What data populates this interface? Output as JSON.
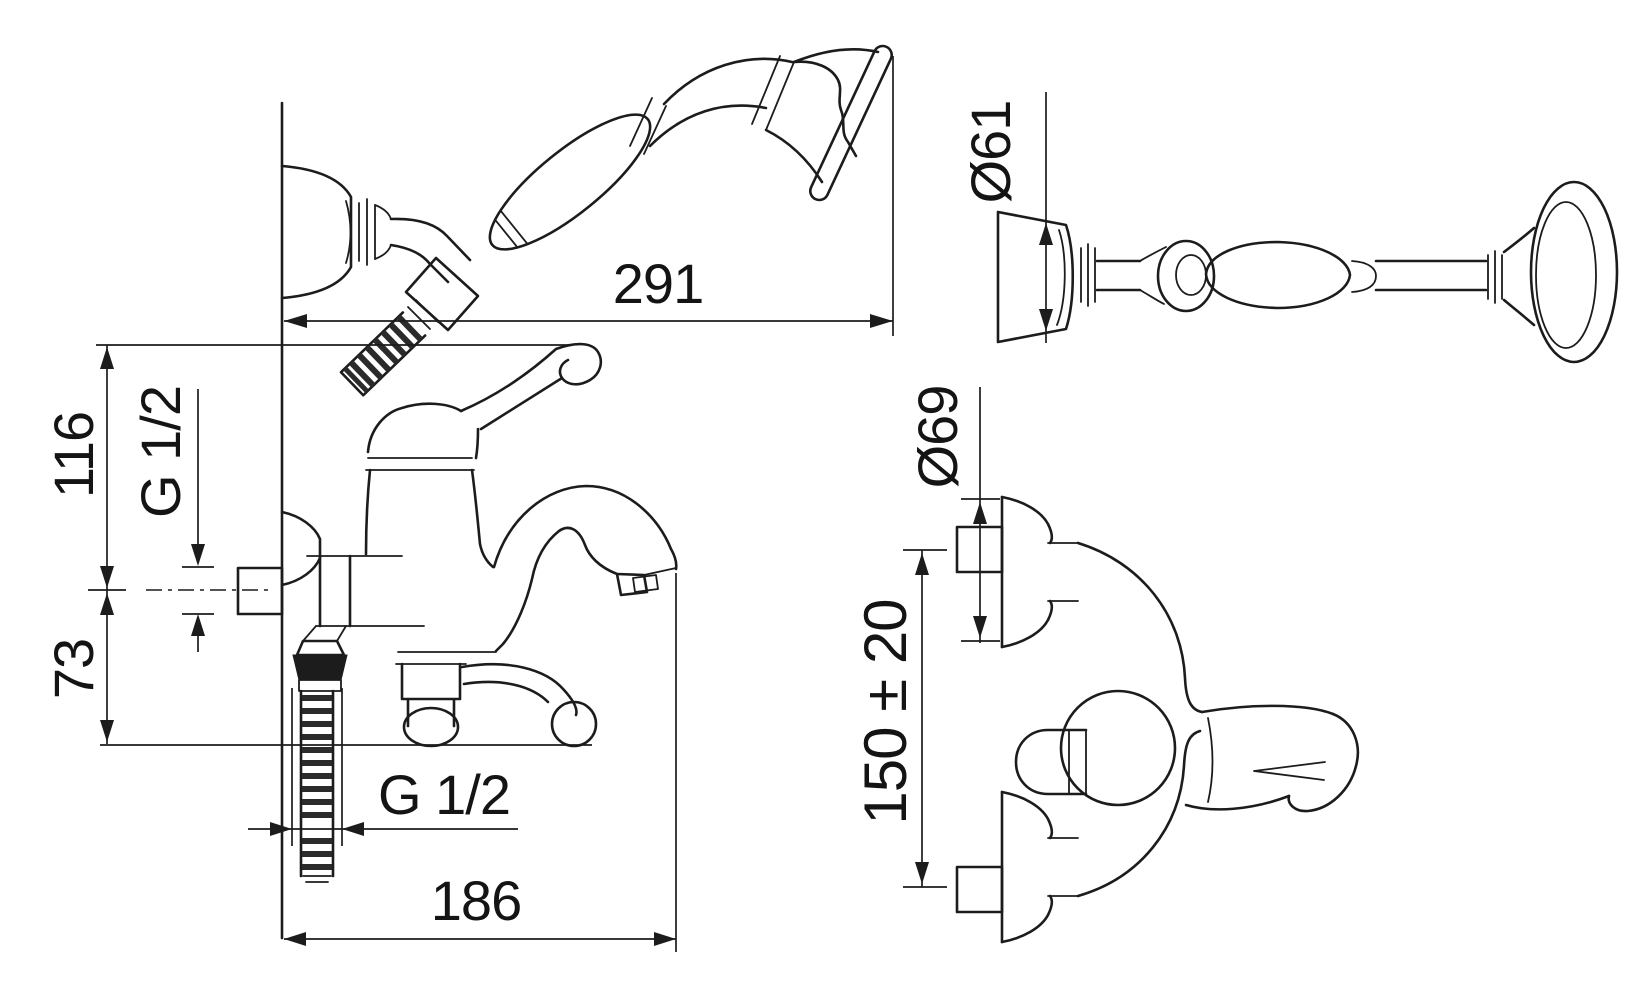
{
  "colors": {
    "background": "#ffffff",
    "line": "#1c1c1c"
  },
  "drawing": {
    "dims": {
      "side": {
        "overall_reach": "291",
        "upper_height": "116",
        "wall_inlet_thread": "G 1/2",
        "lower_height": "73",
        "hose_thread": "G 1/2",
        "overall_depth": "186"
      },
      "hand_shower": {
        "holder_diameter": "Ø61"
      },
      "front": {
        "escutcheon_diameter": "Ø69",
        "connection_centres": "150 ± 20"
      }
    }
  }
}
